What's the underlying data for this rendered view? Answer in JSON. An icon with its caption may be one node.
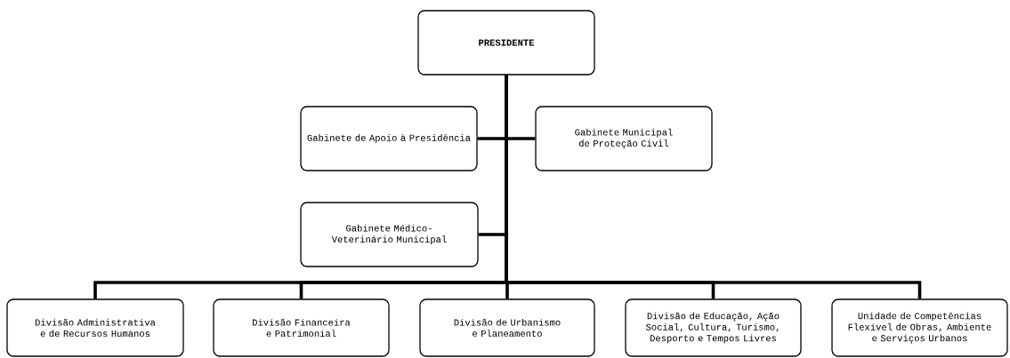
{
  "diagram": {
    "nodes": [
      {
        "text": [
          "**PRESIDENTE**"
        ]
      },
      {
        "text": [
          "Gabinete de Apoio à Presidência"
        ]
      },
      {
        "text": [
          "Gabinete Municipal de Proteção Civil"
        ]
      },
      {
        "text": [
          "Gabinete Médico-Veterinário Municipal"
        ]
      },
      {
        "text": [
          "Divisão Administrativa e de Recursos Humanos"
        ]
      },
      {
        "text": [
          "Divisão Financeira e Patrimonial"
        ]
      },
      {
        "text": [
          "Divisão de Urbanismo e Planeamento"
        ]
      },
      {
        "text": [
          "Divisão de Educação, Ação Social, Cultura, Turismo, Desporto e Tempos Livres"
        ]
      },
      {
        "text": [
          "Unidade de Competências Flexível de Obras, Ambiente e Serviços Urbanos"
        ]
      }
    ],
    "edges": [
      {
        "from": 0,
        "to": 1,
        "arrow": "none"
      },
      {
        "from": 0,
        "to": 2,
        "arrow": "none"
      },
      {
        "from": 0,
        "to": 3,
        "arrow": "none"
      },
      {
        "from": 0,
        "to": 4,
        "arrow": "none"
      },
      {
        "from": 0,
        "to": 5,
        "arrow": "none"
      },
      {
        "from": 0,
        "to": 6,
        "arrow": "none"
      },
      {
        "from": 0,
        "to": 7,
        "arrow": "none"
      },
      {
        "from": 0,
        "to": 8,
        "arrow": "none"
      }
    ]
  }
}
